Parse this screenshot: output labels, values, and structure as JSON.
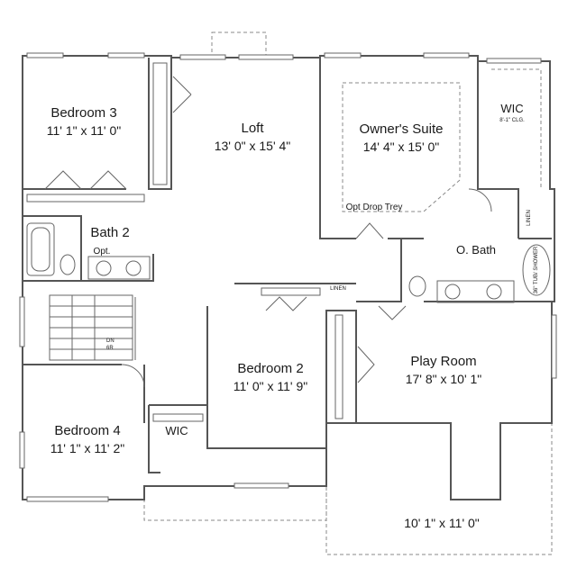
{
  "rooms": {
    "bedroom3": {
      "name": "Bedroom 3",
      "dims": "11' 1\" x 11' 0\""
    },
    "loft": {
      "name": "Loft",
      "dims": "13' 0\" x 15' 4\""
    },
    "owners_suite": {
      "name": "Owner's Suite",
      "dims": "14' 4\" x 15' 0\"",
      "note": "Opt Drop Trey"
    },
    "wic_owner": {
      "name": "WIC",
      "note": "8'-1\" CLG."
    },
    "bath2": {
      "name": "Bath 2",
      "note": "Opt."
    },
    "obath": {
      "name": "O. Bath"
    },
    "bedroom2": {
      "name": "Bedroom 2",
      "dims": "11' 0\" x 11' 9\""
    },
    "playroom": {
      "name": "Play Room",
      "dims": "17' 8\" x 10' 1\"",
      "opt_dims": "10' 1\" x 11' 0\""
    },
    "bedroom4": {
      "name": "Bedroom 4",
      "dims": "11' 1\" x 11' 2\""
    },
    "wic_bed4": {
      "name": "WIC"
    }
  },
  "fixtures": {
    "linen_1": "LINEN",
    "linen_2": "LINEN",
    "stair_dn": "DN",
    "stair_count": "6R",
    "shower": "36\" TUB/ SHOWER"
  }
}
